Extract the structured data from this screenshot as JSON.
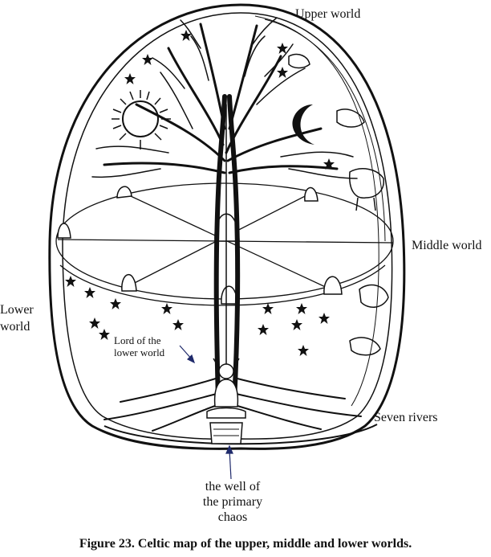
{
  "labels": {
    "upper_world": "Upper world",
    "middle_world": "Middle world",
    "lower_world_line1": "Lower",
    "lower_world_line2": "world",
    "lord_line1": "Lord of the",
    "lord_line2": "lower world",
    "seven_rivers": "Seven rivers",
    "well_line1": "the well of",
    "well_line2": "the primary",
    "well_line3": "chaos"
  },
  "caption": "Figure 23. Celtic map of the upper, middle and lower worlds.",
  "colors": {
    "ink": "#111111",
    "arrow": "#1f2a6b"
  },
  "icons": [
    "sun-icon",
    "moon-icon",
    "star-icon",
    "world-tree-icon",
    "standing-stone-icon",
    "seated-figure-icon",
    "animal-icon"
  ]
}
